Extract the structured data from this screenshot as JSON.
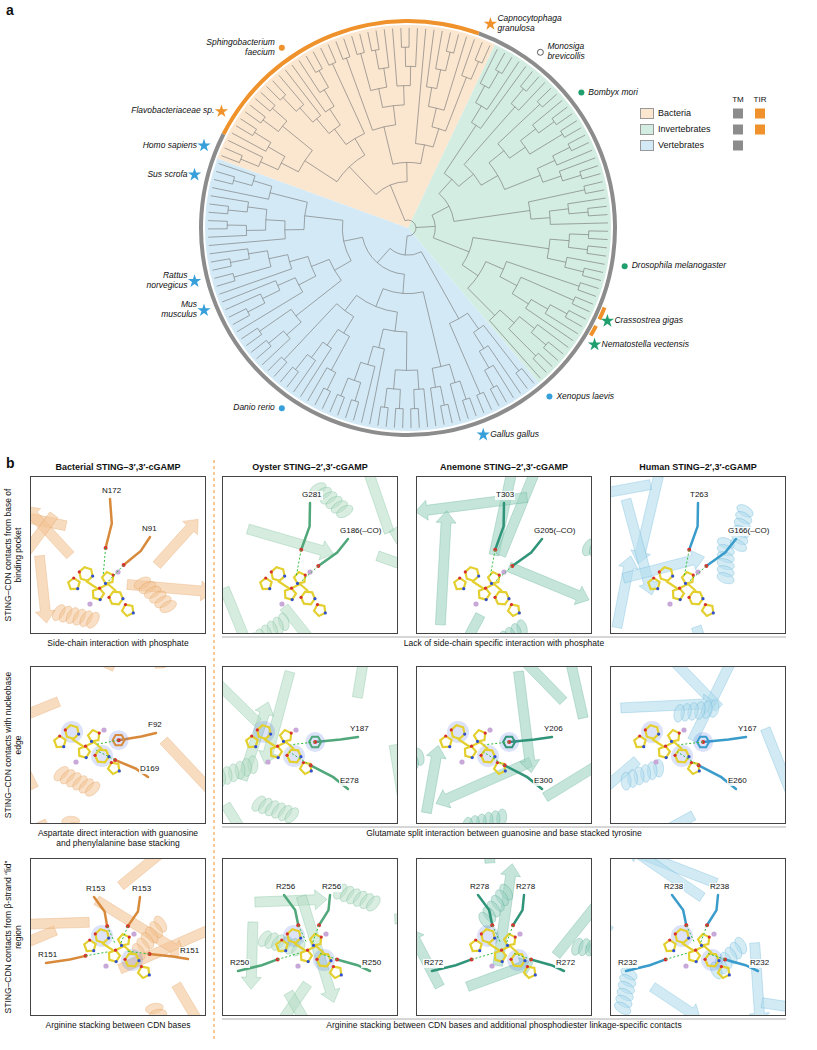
{
  "diagram": {
    "nodes": [
      {
        "text": [
          "N172",
          "N91"
        ]
      },
      {
        "text": [
          "G281",
          "G186(–CO)"
        ]
      },
      {
        "text": [
          "T303",
          "G205(–CO)"
        ]
      },
      {
        "text": [
          "T263",
          "G166(–CO)"
        ]
      },
      {
        "text": [
          "F92",
          "D169"
        ]
      },
      {
        "text": [
          "Y187",
          "E278"
        ]
      },
      {
        "text": [
          "Y206",
          "E300"
        ]
      },
      {
        "text": [
          "Y167",
          "E260"
        ]
      },
      {
        "text": [
          "R153",
          "R153",
          "R151",
          "R151"
        ]
      },
      {
        "text": [
          "R256",
          "R256",
          "R250",
          "R250"
        ]
      },
      {
        "text": [
          "R278",
          "R278",
          "R272",
          "R272"
        ]
      },
      {
        "text": [
          "R238",
          "R238",
          "R232",
          "R232"
        ]
      }
    ],
    "labels": [
      "a",
      "Capnocytophaga granulosa",
      "Monosiga brevicollis",
      "Bombyx mori",
      "Sphingobacterium faecium",
      "Flavobacteriaceae sp.",
      "Homo sapiens",
      "Sus scrofa",
      "Rattus norvegicus",
      "Mus musculus",
      "Drosophila melanogaster",
      "Crassostrea gigas",
      "Nematostella vectensis",
      "Xenopus laevis",
      "Gallus gallus",
      "Danio rerio",
      "TM",
      "TIR",
      "b",
      "Bacterial STING–3′,3′-cGAMP",
      "Oyster STING–2′,3′-cGAMP",
      "Anemone STING–2′,3′-cGAMP",
      "Human STING–2′,3′-cGAMP",
      "STING–CDN contacts from base of binding pocket",
      "STING–CDN contacts with nucleobase edge",
      "STING–CDN contacts from β-strand “lid” region",
      "Side-chain interaction with phosphate",
      "Lack of side-chain specific interaction with phosphate",
      "Aspartate direct interaction with guanosine and phenylalanine base stacking",
      "Glutamate split interaction between guanosine and base stacked tyrosine",
      "Arginine stacking between CDN bases",
      "Arginine stacking between CDN bases and additional phosphodiester linkage-specific contacts"
    ],
    "legend": [
      {
        "text": "Bacteria",
        "color": "#fbe6cf"
      },
      {
        "text": "Invertebrates",
        "color": "#d3ede2"
      },
      {
        "text": "Vertebrates",
        "color": "#d3eaf6"
      }
    ]
  }
}
